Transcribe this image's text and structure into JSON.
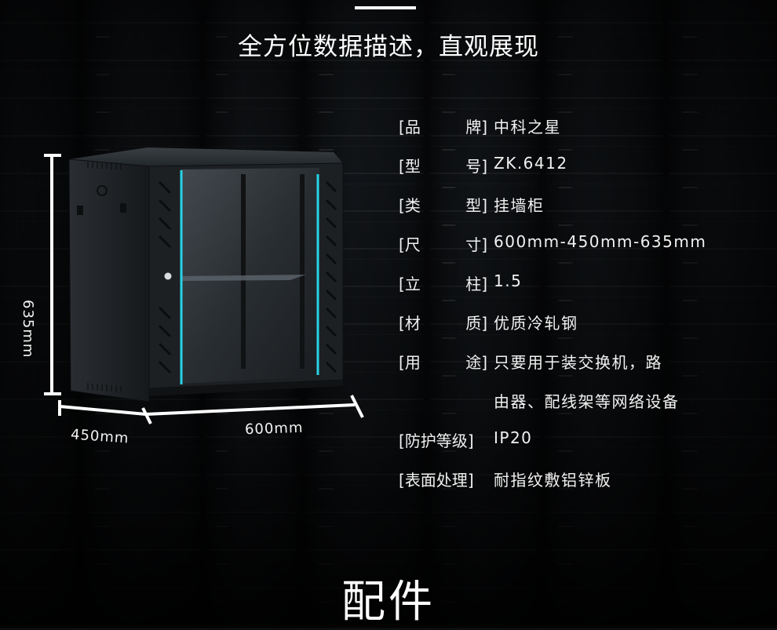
{
  "header": {
    "title": "全方位数据描述，直观展现"
  },
  "specs": [
    {
      "key": "品 牌",
      "k1": "品",
      "k2": "牌",
      "value": "中科之星"
    },
    {
      "key": "型 号",
      "k1": "型",
      "k2": "号",
      "value": "ZK.6412"
    },
    {
      "key": "类 型",
      "k1": "类",
      "k2": "型",
      "value": "挂墙柜"
    },
    {
      "key": "尺 寸",
      "k1": "尺",
      "k2": "寸",
      "value": "600mm-450mm-635mm"
    },
    {
      "key": "立 柱",
      "k1": "立",
      "k2": "柱",
      "value": "1.5"
    },
    {
      "key": "材 质",
      "k1": "材",
      "k2": "质",
      "value": "优质冷轧钢"
    },
    {
      "key": "用 途",
      "k1": "用",
      "k2": "途",
      "value": "只要用于装交换机，路"
    },
    {
      "key": "",
      "k1": "",
      "k2": "",
      "value": "由器、配线架等网络设备"
    },
    {
      "key": "防护等级",
      "k1": "防护等级",
      "k2": "",
      "value": "IP20"
    },
    {
      "key": "表面处理",
      "k1": "表面处理",
      "k2": "",
      "value": "耐指纹敷铝锌板"
    }
  ],
  "dimensions": {
    "height": "635mm",
    "depth": "450mm",
    "width": "600mm"
  },
  "footer": {
    "title": "配件"
  },
  "colors": {
    "accent_cyan": "#27d3e6",
    "cabinet": "#1c1f22",
    "text": "#ffffff"
  }
}
